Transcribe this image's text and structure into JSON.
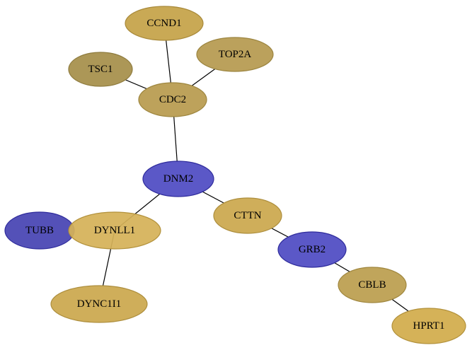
{
  "nodes": [
    {
      "id": "CCND1",
      "label": "CCND1",
      "color": "#c9a955",
      "stroke": "#a8893a",
      "opacity": 1.0
    },
    {
      "id": "TOP2A",
      "label": "TOP2A",
      "color": "#bba15c",
      "stroke": "#9c8540",
      "opacity": 1.0
    },
    {
      "id": "TSC1",
      "label": "TSC1",
      "color": "#ac9757",
      "stroke": "#8e7b3e",
      "opacity": 1.0
    },
    {
      "id": "CDC2",
      "label": "CDC2",
      "color": "#bda25b",
      "stroke": "#9e863f",
      "opacity": 1.0
    },
    {
      "id": "DNM2",
      "label": "DNM2",
      "color": "#5b58c7",
      "stroke": "#2f2c9c",
      "opacity": 1.0
    },
    {
      "id": "TUBB",
      "label": "TUBB",
      "color": "#5451b8",
      "stroke": "#2f2c9c",
      "opacity": 1.0
    },
    {
      "id": "DYNLL1",
      "label": "DYNLL1",
      "color": "#d5b258",
      "stroke": "#b2913b",
      "opacity": 0.93
    },
    {
      "id": "CTTN",
      "label": "CTTN",
      "color": "#cfae5a",
      "stroke": "#ad8e3d",
      "opacity": 1.0
    },
    {
      "id": "GRB2",
      "label": "GRB2",
      "color": "#5b58c7",
      "stroke": "#2f2c9c",
      "opacity": 1.0
    },
    {
      "id": "CBLB",
      "label": "CBLB",
      "color": "#c0a55b",
      "stroke": "#a0873f",
      "opacity": 1.0
    },
    {
      "id": "DYNC1I1",
      "label": "DYNC1I1",
      "color": "#cfae5a",
      "stroke": "#ad8e3d",
      "opacity": 1.0
    },
    {
      "id": "HPRT1",
      "label": "HPRT1",
      "color": "#d5b258",
      "stroke": "#b2913b",
      "opacity": 1.0
    }
  ],
  "edges": [
    {
      "source": "CCND1",
      "target": "CDC2"
    },
    {
      "source": "TOP2A",
      "target": "CDC2"
    },
    {
      "source": "TSC1",
      "target": "CDC2"
    },
    {
      "source": "CDC2",
      "target": "DNM2"
    },
    {
      "source": "DNM2",
      "target": "DYNLL1"
    },
    {
      "source": "DNM2",
      "target": "CTTN"
    },
    {
      "source": "CTTN",
      "target": "GRB2"
    },
    {
      "source": "GRB2",
      "target": "CBLB"
    },
    {
      "source": "CBLB",
      "target": "HPRT1"
    },
    {
      "source": "DYNLL1",
      "target": "DYNC1I1"
    }
  ]
}
